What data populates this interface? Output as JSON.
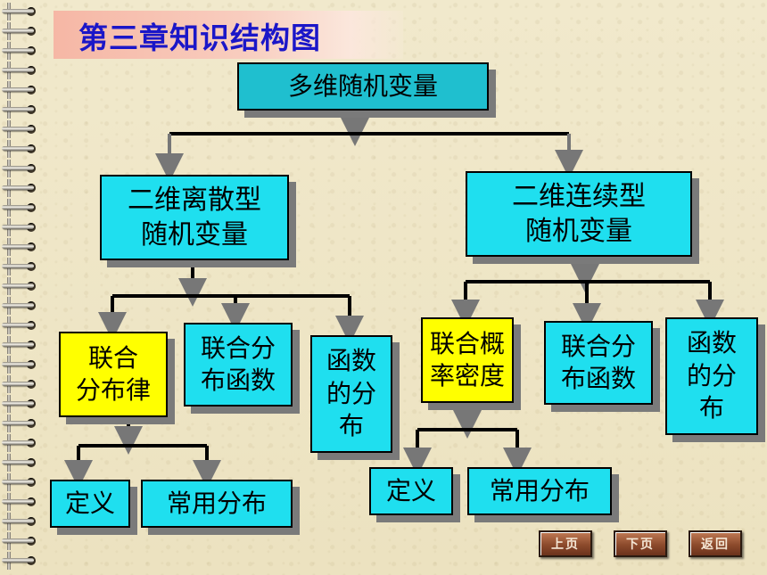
{
  "title": "第三章知识结构图",
  "root": "多维随机变量",
  "discrete": {
    "label": "二维离散型\n随机变量",
    "children": [
      "联合\n分布律",
      "联合分\n布函数",
      "函数\n的分\n布"
    ],
    "law_children": [
      "定义",
      "常用分布"
    ]
  },
  "continuous": {
    "label": "二维连续型\n随机变量",
    "children": [
      "联合概\n率密度",
      "联合分\n布函数",
      "函数\n的分\n布"
    ],
    "density_children": [
      "定义",
      "常用分布"
    ]
  },
  "nav": {
    "prev": "上页",
    "next": "下页",
    "back": "返回"
  },
  "colors": {
    "cyan": "#1fdfef",
    "yellow": "#ffff00",
    "title": "#1b16c8",
    "shadow": "#7a7a7a"
  }
}
